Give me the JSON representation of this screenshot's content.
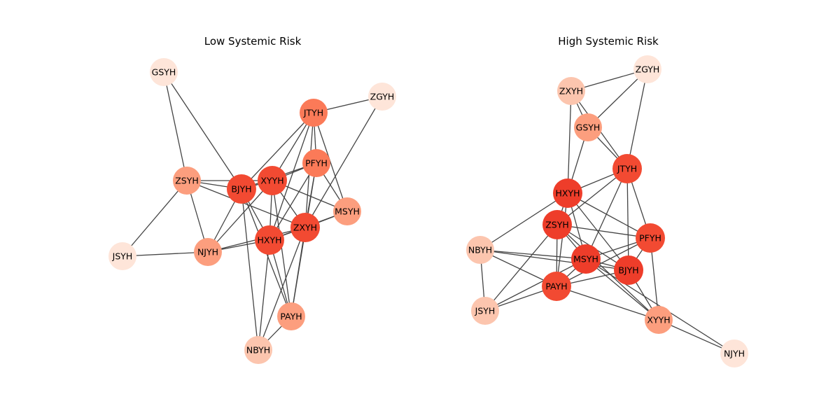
{
  "panels": [
    {
      "title": "Low Systemic Risk",
      "nodes": [
        {
          "id": "GSYH",
          "level": 1
        },
        {
          "id": "ZGYH",
          "level": 1
        },
        {
          "id": "JTYH",
          "level": 4
        },
        {
          "id": "ZSYH",
          "level": 3
        },
        {
          "id": "BJYH",
          "level": 5
        },
        {
          "id": "XYYH",
          "level": 5
        },
        {
          "id": "PFYH",
          "level": 4
        },
        {
          "id": "MSYH",
          "level": 3
        },
        {
          "id": "ZXYH",
          "level": 5
        },
        {
          "id": "HXYH",
          "level": 5
        },
        {
          "id": "JSYH",
          "level": 1
        },
        {
          "id": "NJYH",
          "level": 3
        },
        {
          "id": "PAYH",
          "level": 3
        },
        {
          "id": "NBYH",
          "level": 2
        }
      ],
      "edges": [
        [
          "GSYH",
          "ZSYH"
        ],
        [
          "GSYH",
          "BJYH"
        ],
        [
          "ZGYH",
          "JTYH"
        ],
        [
          "ZGYH",
          "ZXYH"
        ],
        [
          "JTYH",
          "BJYH"
        ],
        [
          "JTYH",
          "XYYH"
        ],
        [
          "JTYH",
          "PFYH"
        ],
        [
          "JTYH",
          "MSYH"
        ],
        [
          "JTYH",
          "ZXYH"
        ],
        [
          "JTYH",
          "HXYH"
        ],
        [
          "ZSYH",
          "BJYH"
        ],
        [
          "ZSYH",
          "XYYH"
        ],
        [
          "ZSYH",
          "NJYH"
        ],
        [
          "ZSYH",
          "JSYH"
        ],
        [
          "ZSYH",
          "ZXYH"
        ],
        [
          "BJYH",
          "XYYH"
        ],
        [
          "BJYH",
          "PFYH"
        ],
        [
          "BJYH",
          "NJYH"
        ],
        [
          "BJYH",
          "HXYH"
        ],
        [
          "BJYH",
          "PAYH"
        ],
        [
          "BJYH",
          "NBYH"
        ],
        [
          "XYYH",
          "PFYH"
        ],
        [
          "XYYH",
          "MSYH"
        ],
        [
          "XYYH",
          "NJYH"
        ],
        [
          "XYYH",
          "HXYH"
        ],
        [
          "XYYH",
          "ZXYH"
        ],
        [
          "XYYH",
          "PAYH"
        ],
        [
          "PFYH",
          "MSYH"
        ],
        [
          "PFYH",
          "HXYH"
        ],
        [
          "PFYH",
          "ZXYH"
        ],
        [
          "PFYH",
          "PAYH"
        ],
        [
          "MSYH",
          "ZXYH"
        ],
        [
          "MSYH",
          "HXYH"
        ],
        [
          "ZXYH",
          "HXYH"
        ],
        [
          "ZXYH",
          "NJYH"
        ],
        [
          "ZXYH",
          "PAYH"
        ],
        [
          "ZXYH",
          "NBYH"
        ],
        [
          "HXYH",
          "NJYH"
        ],
        [
          "HXYH",
          "PAYH"
        ],
        [
          "HXYH",
          "NBYH"
        ],
        [
          "JSYH",
          "NJYH"
        ],
        [
          "PAYH",
          "NBYH"
        ]
      ]
    },
    {
      "title": "High Systemic Risk",
      "nodes": [
        {
          "id": "ZGYH",
          "level": 1
        },
        {
          "id": "ZXYH",
          "level": 2
        },
        {
          "id": "GSYH",
          "level": 3
        },
        {
          "id": "JTYH",
          "level": 5
        },
        {
          "id": "HXYH",
          "level": 6
        },
        {
          "id": "ZSYH",
          "level": 6
        },
        {
          "id": "PFYH",
          "level": 5
        },
        {
          "id": "NBYH",
          "level": 2
        },
        {
          "id": "MSYH",
          "level": 6
        },
        {
          "id": "BJYH",
          "level": 6
        },
        {
          "id": "PAYH",
          "level": 5
        },
        {
          "id": "JSYH",
          "level": 2
        },
        {
          "id": "XYYH",
          "level": 3
        },
        {
          "id": "NJYH",
          "level": 1
        }
      ],
      "edges": [
        [
          "ZGYH",
          "ZXYH"
        ],
        [
          "ZGYH",
          "GSYH"
        ],
        [
          "ZGYH",
          "JTYH"
        ],
        [
          "ZXYH",
          "GSYH"
        ],
        [
          "ZXYH",
          "JTYH"
        ],
        [
          "ZXYH",
          "HXYH"
        ],
        [
          "GSYH",
          "JTYH"
        ],
        [
          "GSYH",
          "HXYH"
        ],
        [
          "JTYH",
          "HXYH"
        ],
        [
          "JTYH",
          "ZSYH"
        ],
        [
          "JTYH",
          "PFYH"
        ],
        [
          "JTYH",
          "MSYH"
        ],
        [
          "JTYH",
          "BJYH"
        ],
        [
          "HXYH",
          "ZSYH"
        ],
        [
          "HXYH",
          "NBYH"
        ],
        [
          "HXYH",
          "MSYH"
        ],
        [
          "HXYH",
          "BJYH"
        ],
        [
          "HXYH",
          "PAYH"
        ],
        [
          "HXYH",
          "PFYH"
        ],
        [
          "ZSYH",
          "PFYH"
        ],
        [
          "ZSYH",
          "MSYH"
        ],
        [
          "ZSYH",
          "BJYH"
        ],
        [
          "ZSYH",
          "PAYH"
        ],
        [
          "ZSYH",
          "JSYH"
        ],
        [
          "ZSYH",
          "XYYH"
        ],
        [
          "PFYH",
          "MSYH"
        ],
        [
          "PFYH",
          "BJYH"
        ],
        [
          "PFYH",
          "PAYH"
        ],
        [
          "PFYH",
          "XYYH"
        ],
        [
          "NBYH",
          "MSYH"
        ],
        [
          "NBYH",
          "PAYH"
        ],
        [
          "NBYH",
          "JSYH"
        ],
        [
          "NBYH",
          "BJYH"
        ],
        [
          "MSYH",
          "BJYH"
        ],
        [
          "MSYH",
          "PAYH"
        ],
        [
          "MSYH",
          "XYYH"
        ],
        [
          "MSYH",
          "NJYH"
        ],
        [
          "BJYH",
          "PAYH"
        ],
        [
          "BJYH",
          "XYYH"
        ],
        [
          "PAYH",
          "JSYH"
        ],
        [
          "PAYH",
          "XYYH"
        ],
        [
          "JSYH",
          "MSYH"
        ],
        [
          "XYYH",
          "NJYH"
        ]
      ]
    }
  ],
  "colors": {
    "edge": "#444444",
    "levels": {
      "1": "#fee5d9",
      "2": "#fcc5ae",
      "3": "#fc9e7e",
      "4": "#fb7a58",
      "5": "#f24a32",
      "6": "#ee3d2a"
    }
  }
}
